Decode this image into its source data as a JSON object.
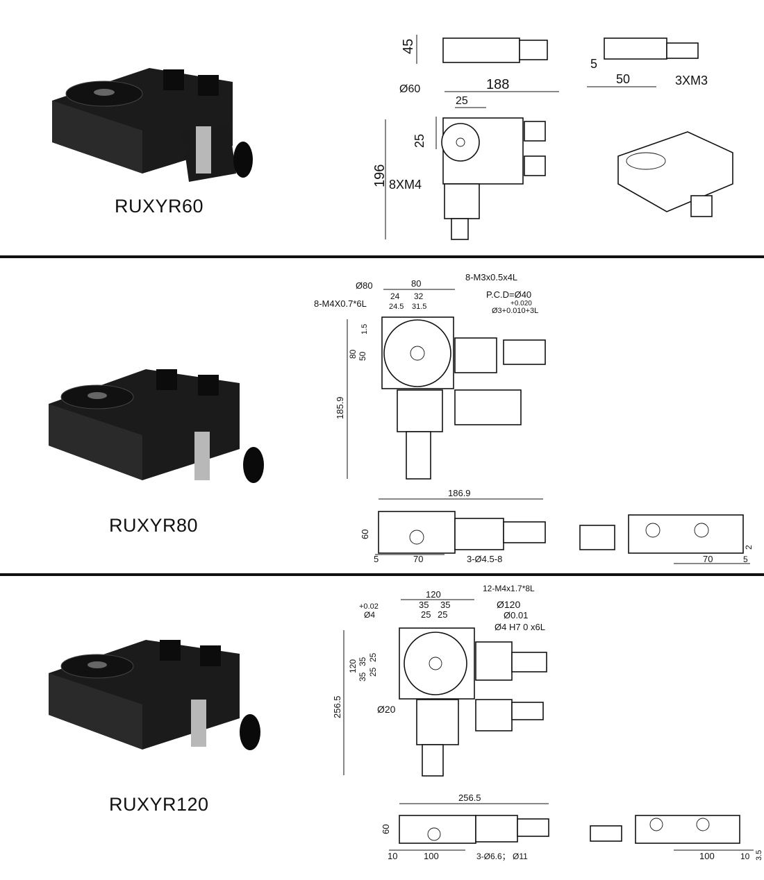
{
  "sections": [
    {
      "model": "RUXYR60",
      "dims": {
        "height": "45",
        "length": "188",
        "diameter": "Ø60",
        "offset_h": "25",
        "offset_v": "25",
        "total_v": "196",
        "holes": "8XM4",
        "side_a": "5",
        "side_b": "50",
        "side_thread": "3XM3"
      }
    },
    {
      "model": "RUXYR80",
      "dims": {
        "diameter": "Ø80",
        "width": "80",
        "h24": "24",
        "h32": "32",
        "h245": "24.5",
        "h315": "31.5",
        "threads_a": "8-M3x0.5x4L",
        "threads_b": "8-M4X0.7*6L",
        "pcd": "P.C.D=Ø40",
        "tol": "+0.020",
        "pin": "Ø3+0.010+3L",
        "v15": "1.5",
        "v80": "80",
        "v50": "50",
        "total_v": "185.9",
        "front_len": "186.9",
        "front_h": "60",
        "front_5": "5",
        "front_70": "70",
        "front_holes": "3-Ø4.5-8",
        "side_70": "70",
        "side_5": "5",
        "side_2": "2"
      }
    },
    {
      "model": "RUXYR120",
      "dims": {
        "width": "120",
        "h35a": "35",
        "h35b": "35",
        "h25a": "25",
        "h25b": "25",
        "threads": "12-M4x1.7*8L",
        "tol": "+0.02",
        "pin": "Ø4",
        "diameter": "Ø120",
        "flat": "Ø0.01",
        "h7": "Ø4 H7  0  x6L",
        "v120": "120",
        "v35a": "35",
        "v35b": "35",
        "v25a": "25",
        "v25b": "25",
        "center": "Ø20",
        "total_v": "256.5",
        "front_len": "256.5",
        "front_h": "60",
        "front_10": "10",
        "front_100": "100",
        "front_holes": "3-Ø6.6； Ø11",
        "side_100": "100",
        "side_10": "10",
        "side_35": "3.5"
      }
    }
  ]
}
